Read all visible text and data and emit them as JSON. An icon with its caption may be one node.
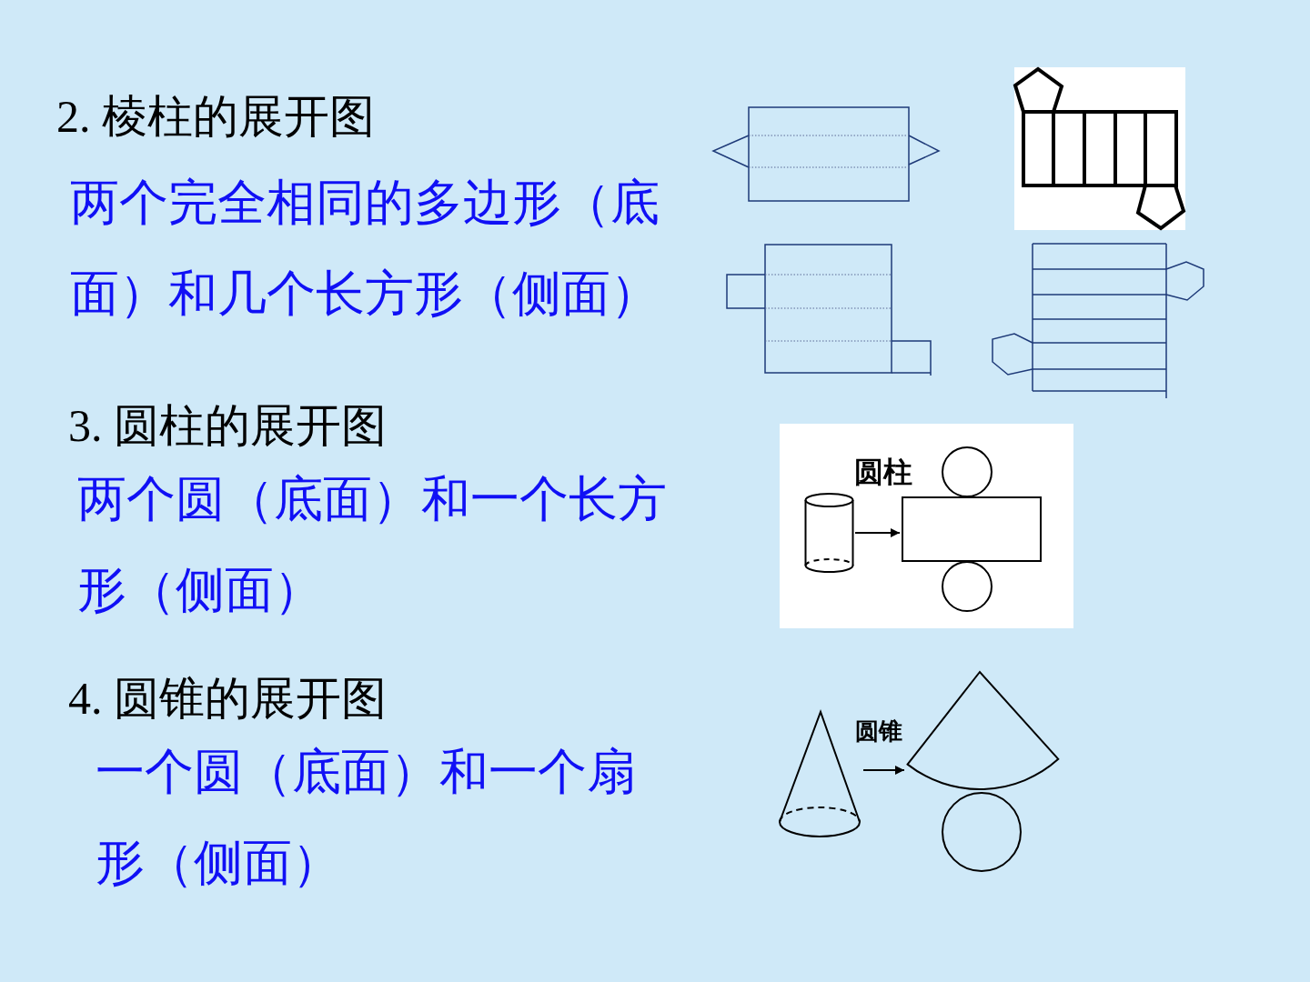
{
  "diagram": {
    "nodes": [
      {
        "text": [],
        "shape": "cylinder"
      },
      {
        "text": [],
        "shape": "picture"
      },
      {
        "text": [],
        "shape": "cone"
      },
      {
        "text": [],
        "shape": "picture"
      }
    ],
    "edges": [
      {
        "from": 0,
        "to": 1,
        "arrow": "to",
        "label": "圆柱"
      },
      {
        "from": 2,
        "to": 3,
        "arrow": "to",
        "label": "圆锥"
      }
    ],
    "labels": [
      "2. 棱柱的展开图",
      "两个完全相同的多边形（底面）和几个长方形（侧面）",
      "3. 圆柱的展开图",
      "两个圆（底面）和一个长方形（侧面）",
      "4. 圆锥的展开图",
      "一个圆（底面）和一个扇形（侧面）"
    ]
  }
}
